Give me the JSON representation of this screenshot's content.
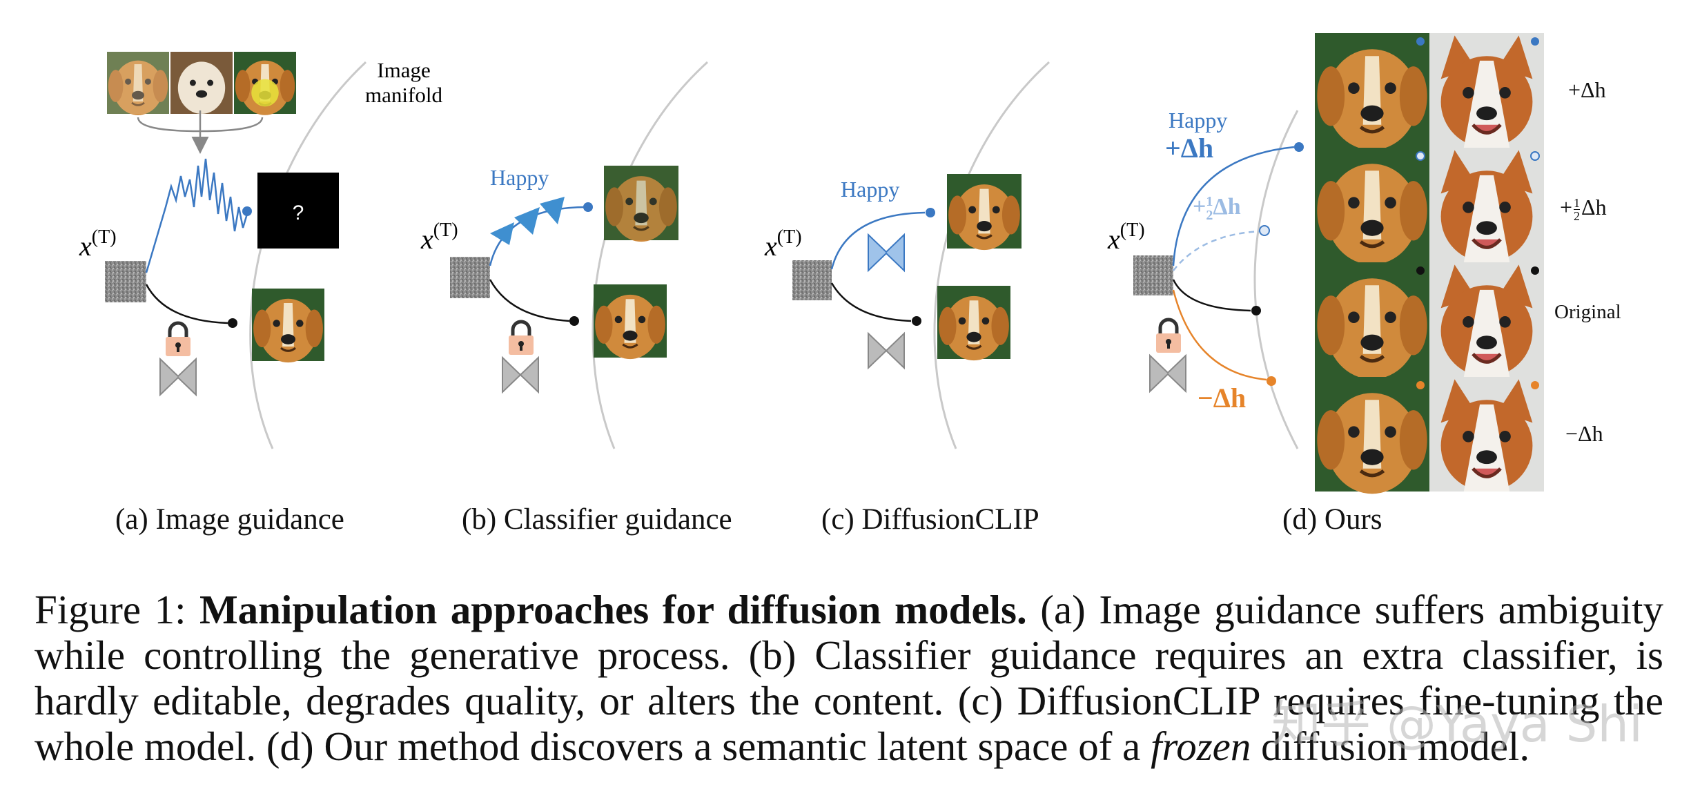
{
  "panels": {
    "a": {
      "label": "(a) Image guidance",
      "manifold_label_line1": "Image",
      "manifold_label_line2": "manifold",
      "unknown_mark": "?",
      "xT": "x",
      "xT_sup": "(T)"
    },
    "b": {
      "label": "(b) Classifier guidance",
      "attr": "Happy",
      "xT": "x",
      "xT_sup": "(T)"
    },
    "c": {
      "label": "(c) DiffusionCLIP",
      "attr": "Happy",
      "xT": "x",
      "xT_sup": "(T)"
    },
    "d": {
      "label": "(d) Ours",
      "attr": "Happy",
      "plus": "+Δh",
      "half_prefix": "+",
      "half_num": "1",
      "half_den": "2",
      "half_suffix": "Δh",
      "minus": "−Δh",
      "xT": "x",
      "xT_sup": "(T)",
      "rows": [
        "+Δh",
        "+½Δh",
        "Original",
        "−Δh"
      ],
      "row_half_prefix": "+",
      "row_half_num": "1",
      "row_half_den": "2",
      "row_half_suffix": "Δh"
    }
  },
  "caption": {
    "prefix": "Figure 1:  ",
    "bold": "Manipulation approaches for diffusion models.",
    "text1": " (a) Image guidance suffers ambiguity while controlling the generative process. (b) Classifier guidance requires an extra classifier, is hardly editable, degrades quality, or alters the content. (c) DiffusionCLIP requires fine-tuning the whole model. (d) Our method discovers a semantic latent space of a ",
    "italic": "frozen",
    "text2": " diffusion model."
  },
  "watermark": "知乎 @Yaya Shi",
  "colors": {
    "blue": "#3b78c2",
    "light_blue": "#9bbbe3",
    "orange": "#e6842a",
    "gray": "#999999",
    "dark": "#111111"
  }
}
